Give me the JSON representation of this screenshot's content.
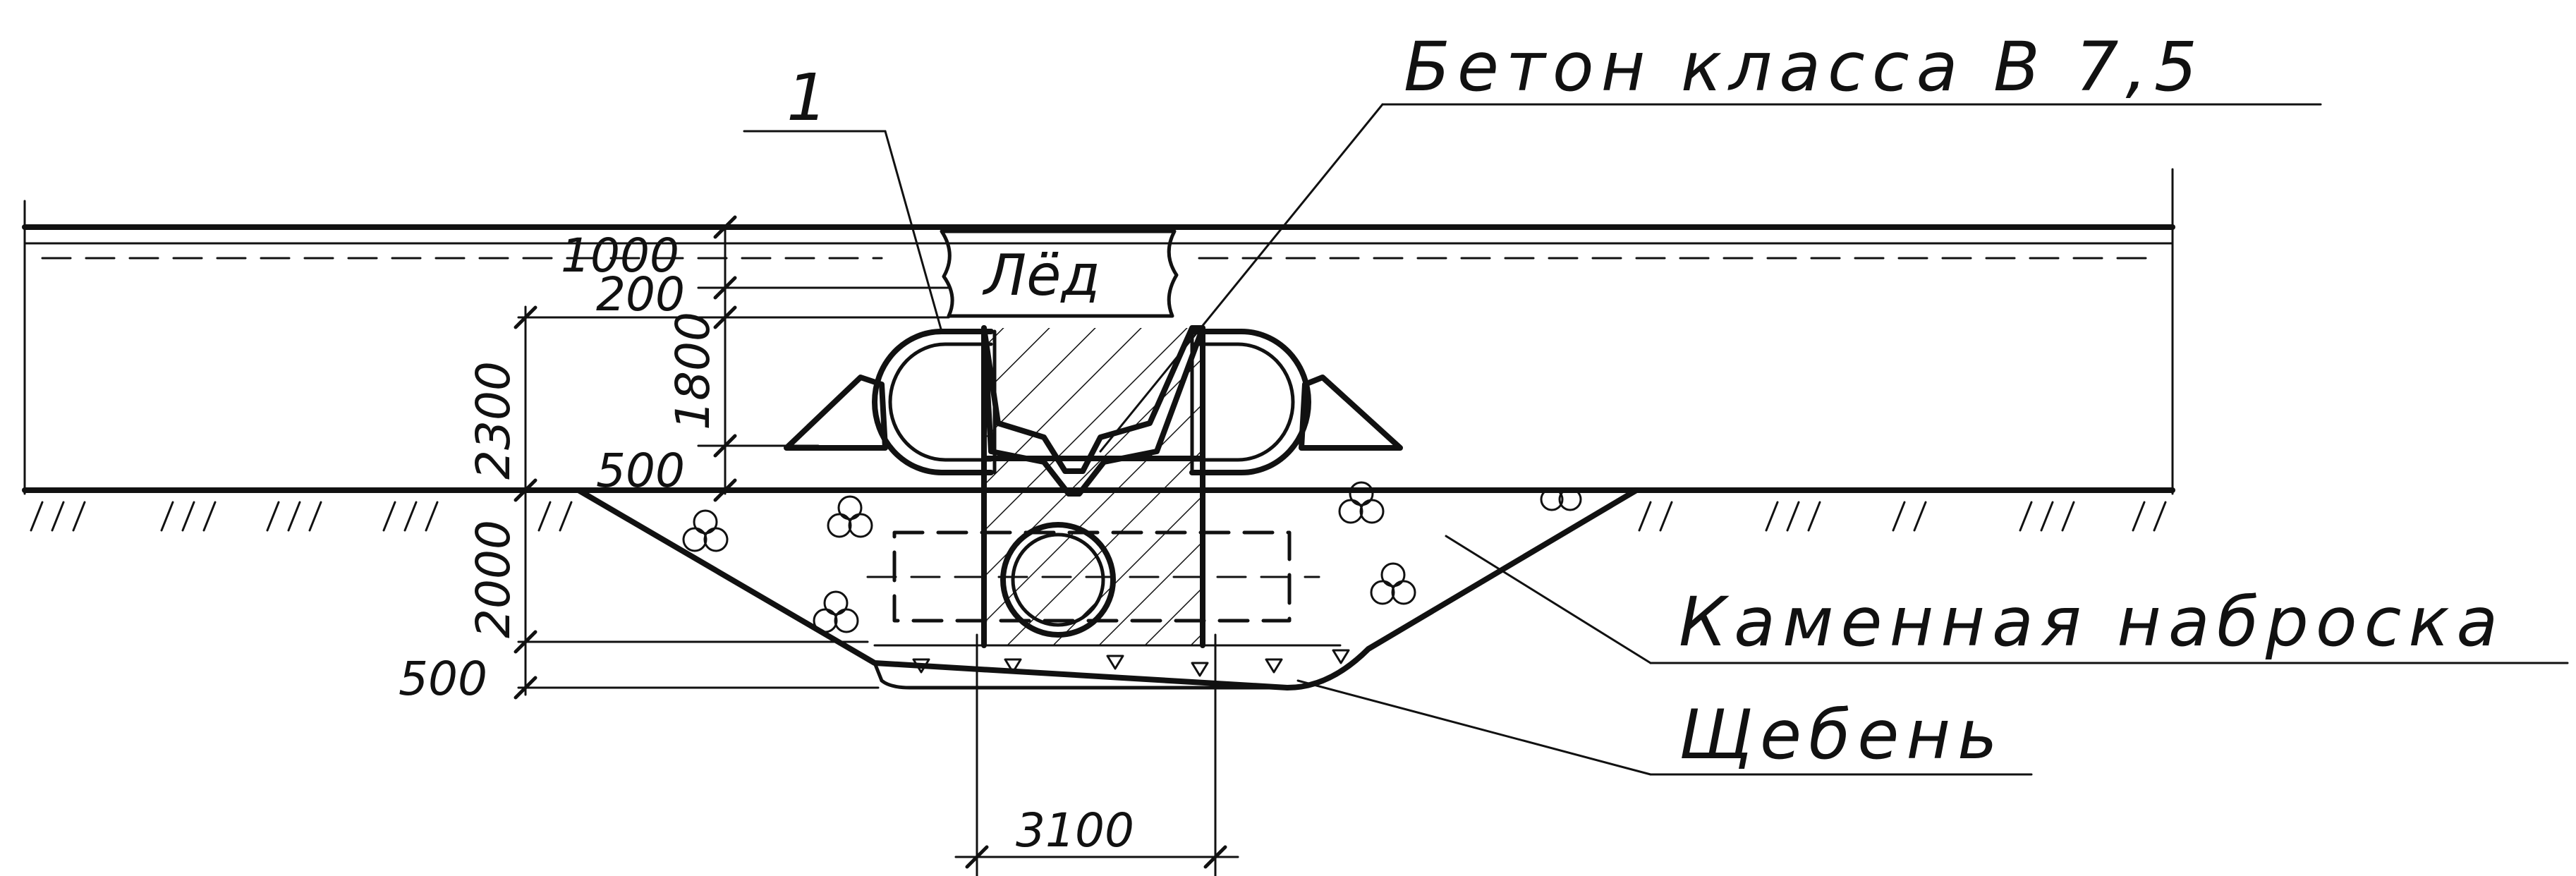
{
  "labels": {
    "item_1": "1",
    "concrete": "Бетон класса В 7,5",
    "ice": "Лёд",
    "stone_fill": "Каменная наброска",
    "crushed_stone": "Щебень"
  },
  "dimensions": {
    "d1000": "1000",
    "d200": "200",
    "d1800": "1800",
    "d500_top": "500",
    "d2300": "2300",
    "d2000": "2000",
    "d500_bottom": "500",
    "d3100": "3100"
  }
}
